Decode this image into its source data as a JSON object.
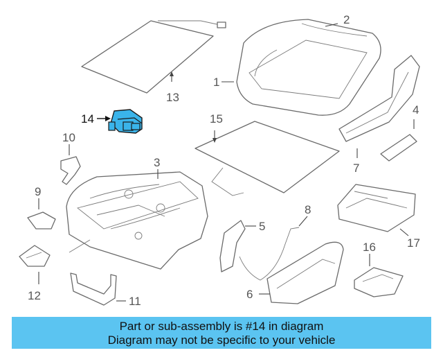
{
  "callouts": {
    "c1": "1",
    "c2": "2",
    "c3": "3",
    "c4": "4",
    "c5": "5",
    "c6": "6",
    "c7": "7",
    "c8": "8",
    "c9": "9",
    "c10": "10",
    "c11": "11",
    "c12": "12",
    "c13": "13",
    "c14": "14",
    "c15": "15",
    "c16": "16",
    "c17": "17"
  },
  "highlight": {
    "part": "14",
    "color": "#3ab4ea"
  },
  "banner": {
    "line1": "Part or sub-assembly is #14 in diagram",
    "line2": "Diagram may not be specific to your vehicle",
    "background": "#5bc4f1"
  }
}
